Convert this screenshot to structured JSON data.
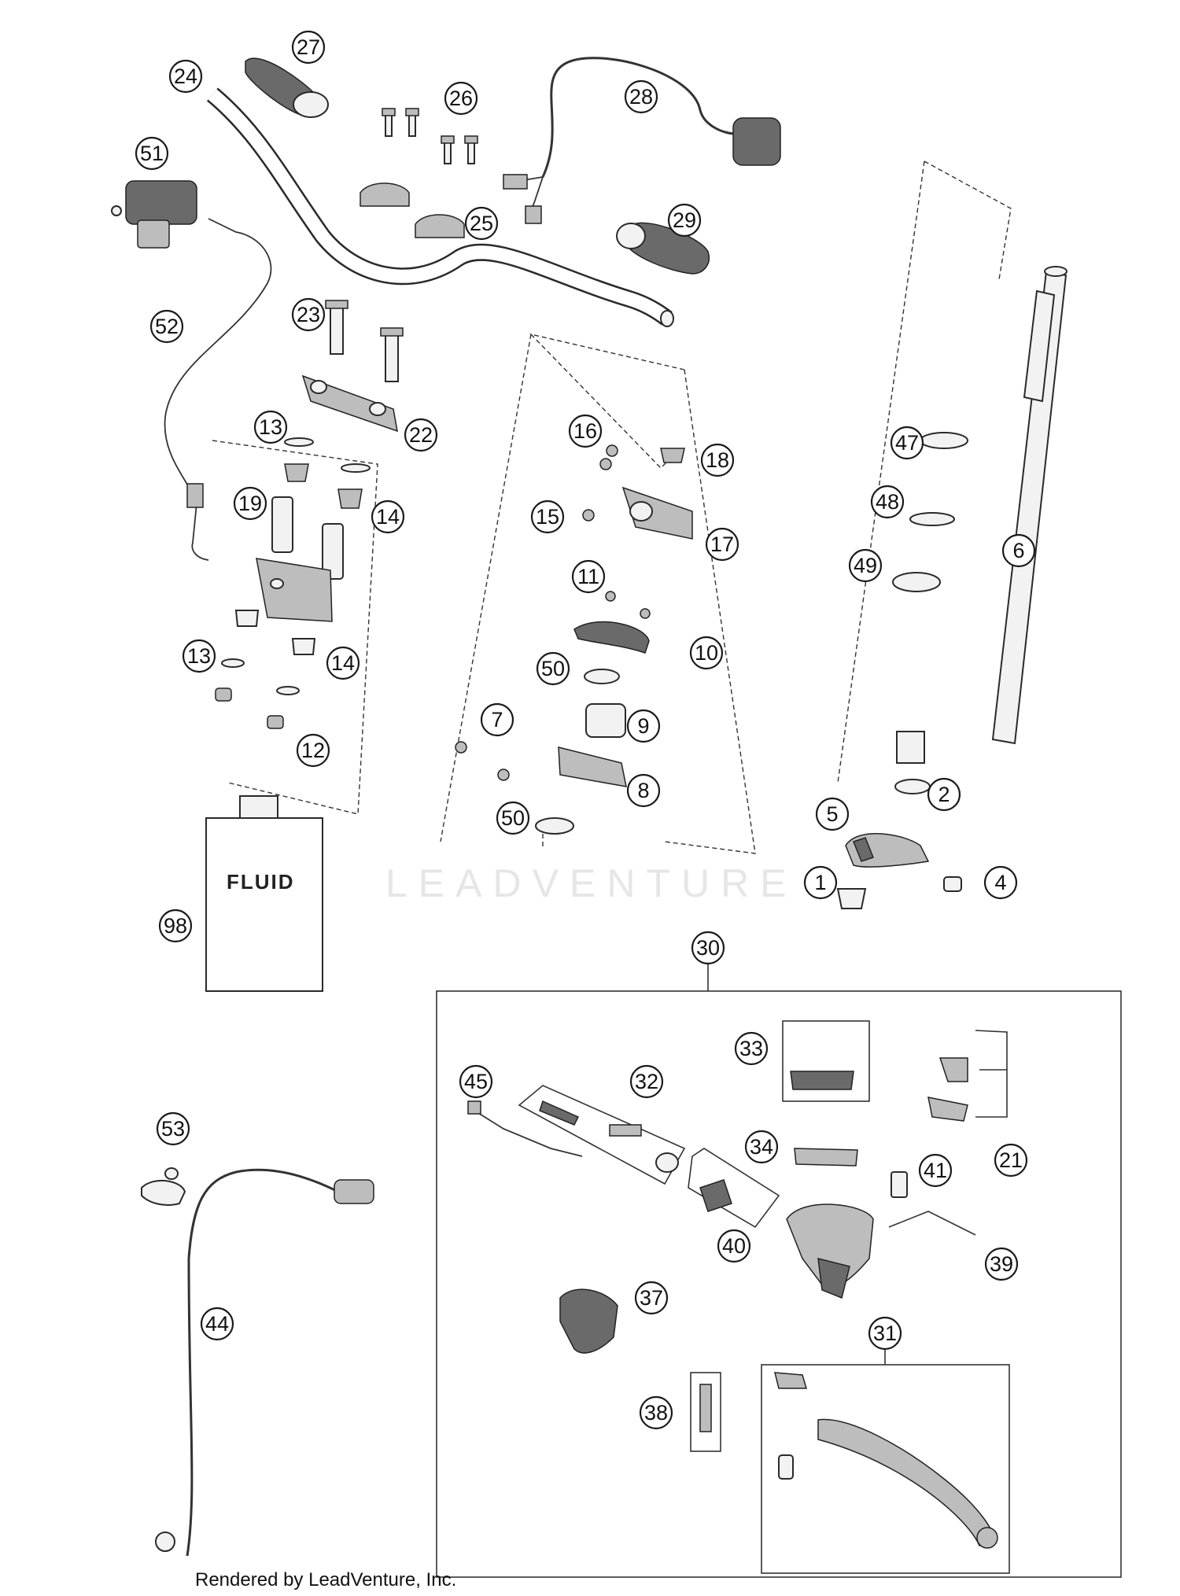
{
  "diagram": {
    "watermark": "LEADVENTURE",
    "fluid_label": "FLUID",
    "footer": "Rendered by LeadVenture, Inc.",
    "callouts": [
      "1",
      "2",
      "4",
      "5",
      "6",
      "7",
      "8",
      "9",
      "10",
      "11",
      "12",
      "13",
      "13",
      "14",
      "14",
      "15",
      "16",
      "17",
      "18",
      "19",
      "21",
      "22",
      "23",
      "24",
      "25",
      "26",
      "27",
      "28",
      "29",
      "30",
      "31",
      "32",
      "33",
      "34",
      "37",
      "38",
      "39",
      "40",
      "41",
      "44",
      "45",
      "47",
      "48",
      "49",
      "50",
      "50",
      "51",
      "52",
      "53",
      "98"
    ]
  }
}
